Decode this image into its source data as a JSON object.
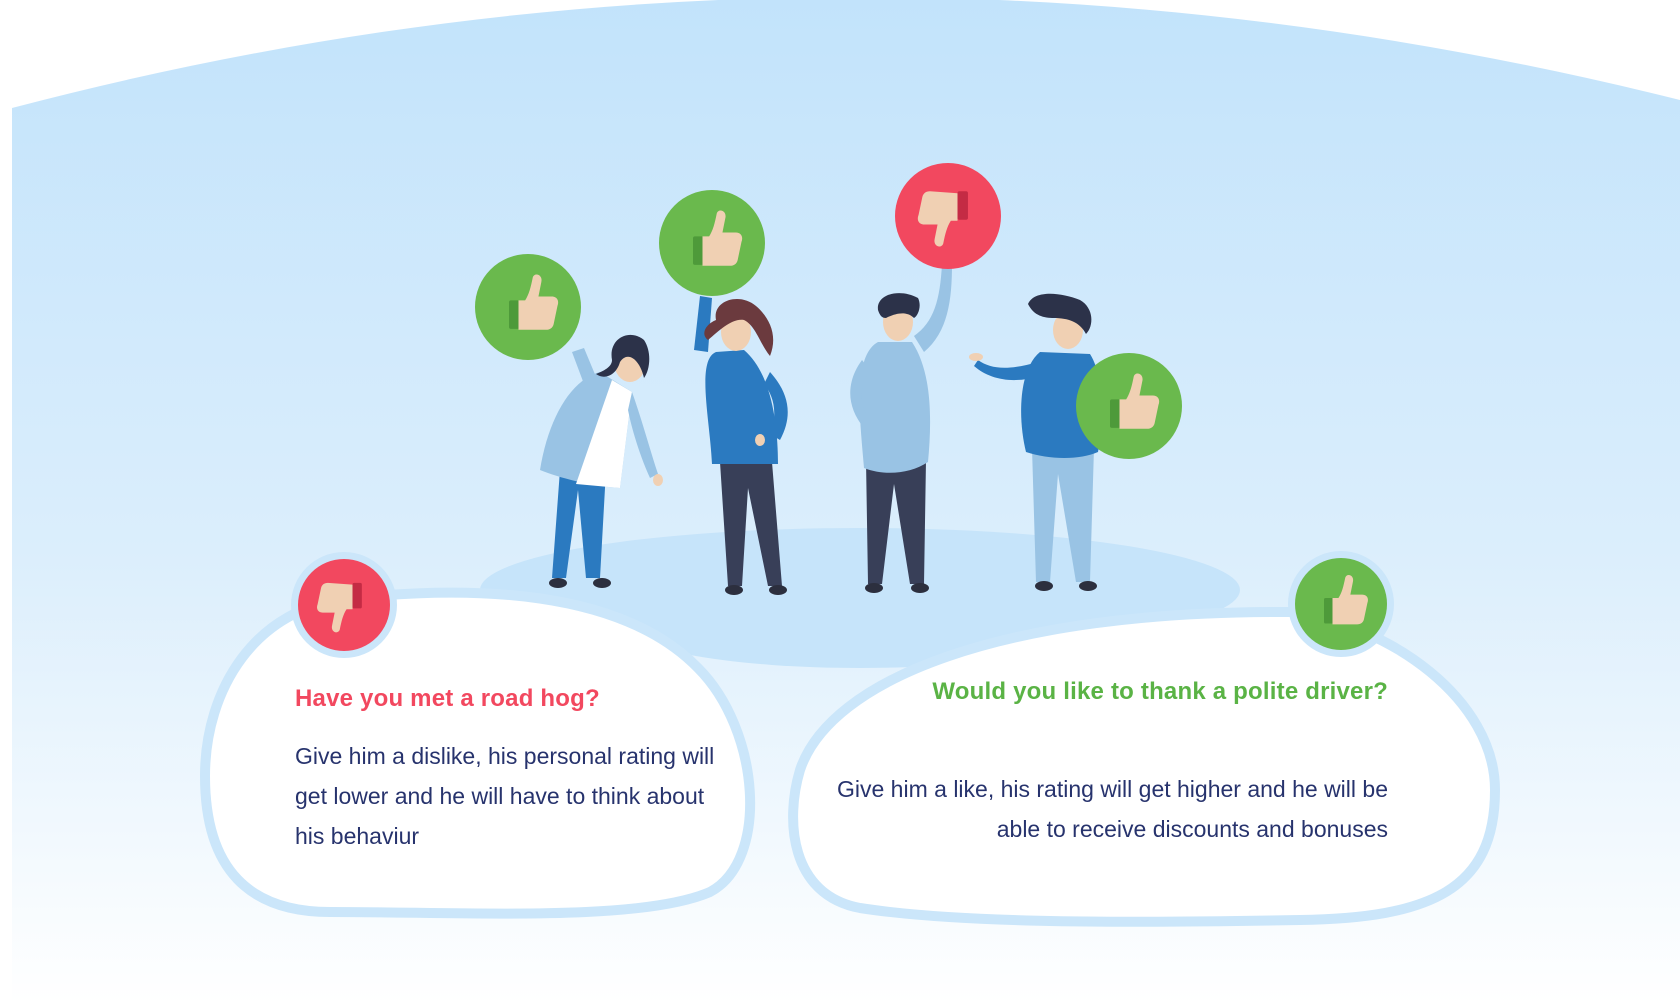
{
  "colors": {
    "sky_top": "#c2e3fb",
    "sky_bottom": "#ffffff",
    "bubble_border": "#cbe6fa",
    "like_green": "#6ab94d",
    "dislike_red": "#f2485f",
    "title_red": "#f2485f",
    "title_green": "#5ab345",
    "body_navy": "#27336d"
  },
  "icons": {
    "like": "thumbs-up-icon",
    "dislike": "thumbs-down-icon"
  },
  "left_card": {
    "title": "Have you met a road hog?",
    "body": "Give him a dislike, his personal rating will get lower and he will have to think about his behaviur"
  },
  "right_card": {
    "title": "Would you like to thank a polite driver?",
    "body": "Give him a like, his rating will get higher and he will be able to receive discounts and bonuses"
  }
}
